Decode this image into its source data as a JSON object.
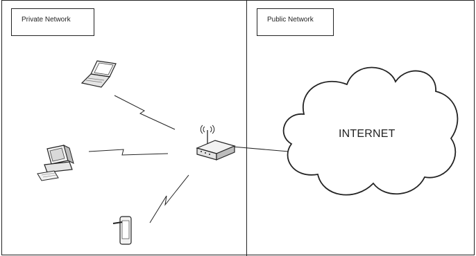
{
  "diagram": {
    "private_label": "Private Network",
    "public_label": "Public Network",
    "internet_label": "INTERNET"
  },
  "icons": {
    "laptop": "laptop-icon",
    "desktop": "desktop-computer-icon",
    "phone": "mobile-phone-icon",
    "router": "wireless-router-icon",
    "cloud": "internet-cloud-icon"
  },
  "colors": {
    "line": "#222222",
    "device_fill": "#f2f2f2",
    "device_shade": "#bdbdbd",
    "background": "#ffffff"
  }
}
